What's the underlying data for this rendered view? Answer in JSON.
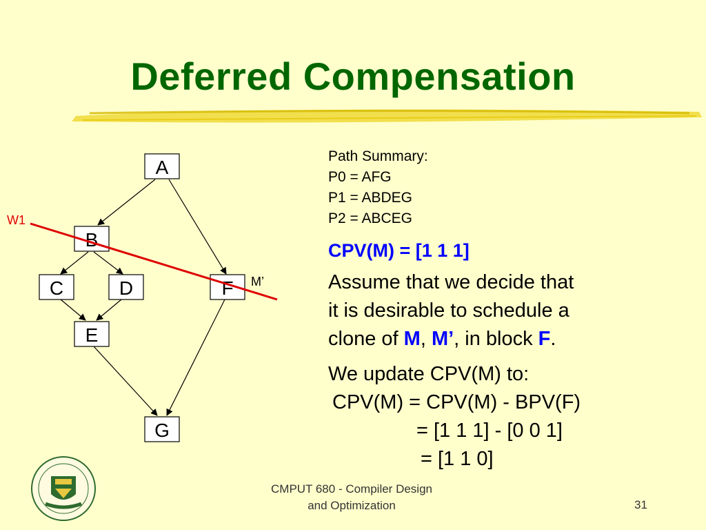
{
  "title": "Deferred Compensation",
  "graph": {
    "nodes": {
      "A": "A",
      "B": "B",
      "C": "C",
      "D": "D",
      "E": "E",
      "F": "F",
      "G": "G"
    },
    "w1_label": "W1",
    "mprime_label": "M’",
    "cut_line_color": "#dd0000"
  },
  "summary": {
    "heading": "Path Summary:",
    "p0": "P0 = AFG",
    "p1": "P1 = ABDEG",
    "p2": "P2 = ABCEG"
  },
  "cpv": "CPV(M) = [1 1 1]",
  "assume": {
    "line1": "Assume that we decide that",
    "line2": "it is desirable to schedule a",
    "line3_prefix": "clone of ",
    "m": "M",
    "comma": ", ",
    "mprime": "M’",
    "in_block": ", in block ",
    "f": "F",
    "period": "."
  },
  "update": {
    "line1": "We update CPV(M) to:",
    "line2": "CPV(M) = CPV(M) - BPV(F)",
    "line3": "= [1 1 1] - [0 0 1]",
    "line4": "= [1 1 0]"
  },
  "footer": {
    "course_line1": "CMPUT 680 - Compiler Design",
    "course_line2": "and Optimization",
    "page": "31"
  },
  "colors": {
    "background": "#ffffcc",
    "title": "#006600",
    "accent": "#0000ff",
    "brush": "#e8d020"
  }
}
